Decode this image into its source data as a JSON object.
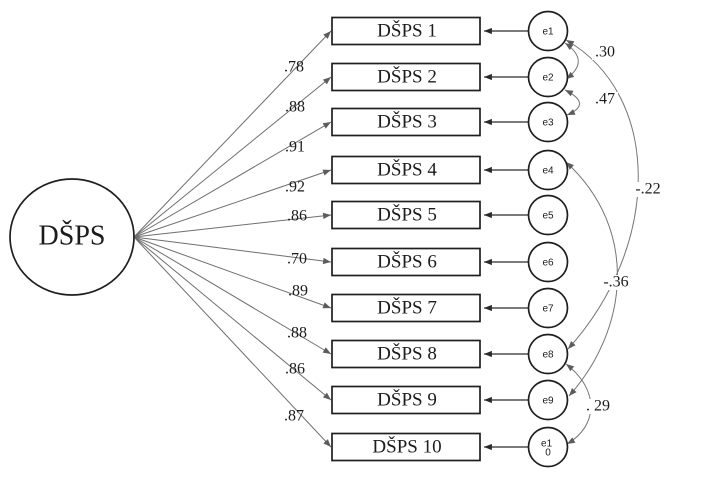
{
  "diagram": {
    "type": "sem-path-diagram",
    "latent": {
      "label": "DŠPS"
    },
    "indicators": [
      {
        "label": "DŠPS 1",
        "loading": ".78"
      },
      {
        "label": "DŠPS 2",
        "loading": ".88"
      },
      {
        "label": "DŠPS 3",
        "loading": ".91"
      },
      {
        "label": "DŠPS 4",
        "loading": ".92"
      },
      {
        "label": "DŠPS 5",
        "loading": ".86"
      },
      {
        "label": "DŠPS 6",
        "loading": ".70"
      },
      {
        "label": "DŠPS 7",
        "loading": ".89"
      },
      {
        "label": "DŠPS 8",
        "loading": ".88"
      },
      {
        "label": "DŠPS 9",
        "loading": ".86"
      },
      {
        "label": "DŠPS 10",
        "loading": ".87"
      }
    ],
    "errors": [
      {
        "lines": [
          "e1"
        ]
      },
      {
        "lines": [
          "e2"
        ]
      },
      {
        "lines": [
          "e3"
        ]
      },
      {
        "lines": [
          "e4"
        ]
      },
      {
        "lines": [
          "e5"
        ]
      },
      {
        "lines": [
          "e6"
        ]
      },
      {
        "lines": [
          "e7"
        ]
      },
      {
        "lines": [
          "e8"
        ]
      },
      {
        "lines": [
          "e9"
        ]
      },
      {
        "lines": [
          "e1",
          "0"
        ]
      }
    ],
    "covariances": [
      {
        "between": [
          "e1",
          "e2"
        ],
        "label": ".30"
      },
      {
        "between": [
          "e2",
          "e3"
        ],
        "label": ".47"
      },
      {
        "between": [
          "e1",
          "e8"
        ],
        "label": "-.22"
      },
      {
        "between": [
          "e4",
          "e9"
        ],
        "label": "-.36"
      },
      {
        "between": [
          "e8",
          "e10"
        ],
        "label": ". 29"
      }
    ],
    "colors": {
      "ink": "#1f1f1f",
      "line": "#6f6f6f",
      "background": "#ffffff"
    }
  }
}
